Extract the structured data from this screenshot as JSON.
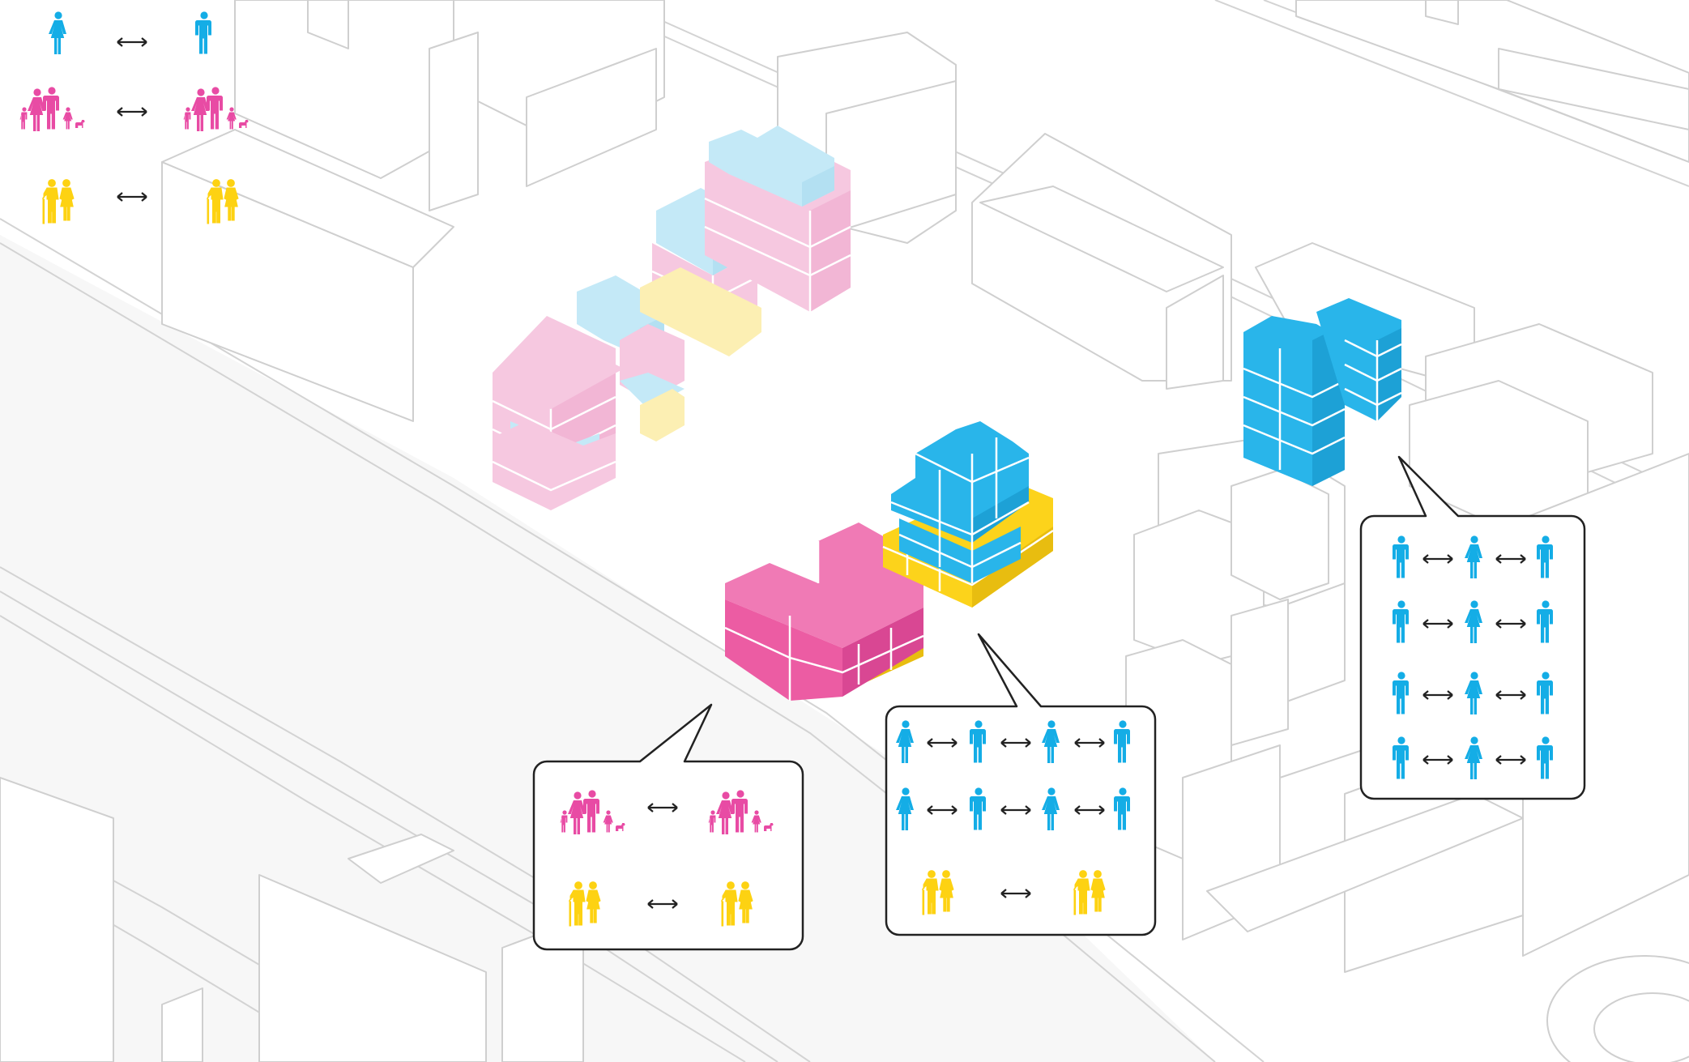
{
  "colors": {
    "single": "#14ade6",
    "family": "#e84ba4",
    "elderly": "#fdd212",
    "single_pale": "#c4e9f7",
    "family_pale": "#f6c8e0",
    "elderly_pale": "#fcefb3",
    "single_block": "#29b5ea",
    "family_block": "#ec5ca3",
    "elderly_block": "#fcd31b",
    "context_line": "#cfcfcf",
    "bubble_border": "#222222"
  },
  "legend": {
    "rows": [
      {
        "group": "single",
        "left_icons": [
          "woman-icon"
        ],
        "right_icons": [
          "man-icon"
        ],
        "connector": "double-arrow"
      },
      {
        "group": "family",
        "left_icons": [
          "family-icon"
        ],
        "right_icons": [
          "family-icon"
        ],
        "connector": "double-arrow"
      },
      {
        "group": "elderly",
        "left_icons": [
          "elderly-couple-icon"
        ],
        "right_icons": [
          "elderly-couple-icon"
        ],
        "connector": "double-arrow"
      }
    ]
  },
  "buildings": [
    {
      "id": "existing-mixed-cluster",
      "state": "pale",
      "groups": [
        "single",
        "family",
        "elderly"
      ]
    },
    {
      "id": "family-block",
      "state": "highlighted",
      "groups": [
        "family",
        "elderly"
      ]
    },
    {
      "id": "single-elderly-block",
      "state": "highlighted",
      "groups": [
        "single",
        "elderly"
      ]
    },
    {
      "id": "single-tower",
      "state": "highlighted",
      "groups": [
        "single"
      ]
    }
  ],
  "callouts": [
    {
      "id": "family-callout",
      "rows": [
        {
          "icons": [
            "family-icon",
            "double-arrow",
            "family-icon"
          ]
        },
        {
          "icons": [
            "elderly-couple-icon",
            "double-arrow",
            "elderly-couple-icon"
          ]
        }
      ]
    },
    {
      "id": "mixed-callout",
      "rows": [
        {
          "icons": [
            "woman-icon",
            "double-arrow",
            "man-icon",
            "double-arrow",
            "woman-icon",
            "double-arrow",
            "man-icon"
          ]
        },
        {
          "icons": [
            "woman-icon",
            "double-arrow",
            "man-icon",
            "double-arrow",
            "woman-icon",
            "double-arrow",
            "man-icon"
          ]
        },
        {
          "icons": [
            "elderly-couple-icon",
            "double-arrow",
            "elderly-couple-icon"
          ]
        }
      ]
    },
    {
      "id": "single-callout",
      "rows": [
        {
          "icons": [
            "man-icon",
            "double-arrow",
            "woman-icon",
            "double-arrow",
            "man-icon"
          ]
        },
        {
          "icons": [
            "man-icon",
            "double-arrow",
            "woman-icon",
            "double-arrow",
            "man-icon"
          ]
        },
        {
          "icons": [
            "man-icon",
            "double-arrow",
            "woman-icon",
            "double-arrow",
            "man-icon"
          ]
        },
        {
          "icons": [
            "man-icon",
            "double-arrow",
            "woman-icon",
            "double-arrow",
            "man-icon"
          ]
        }
      ]
    }
  ]
}
